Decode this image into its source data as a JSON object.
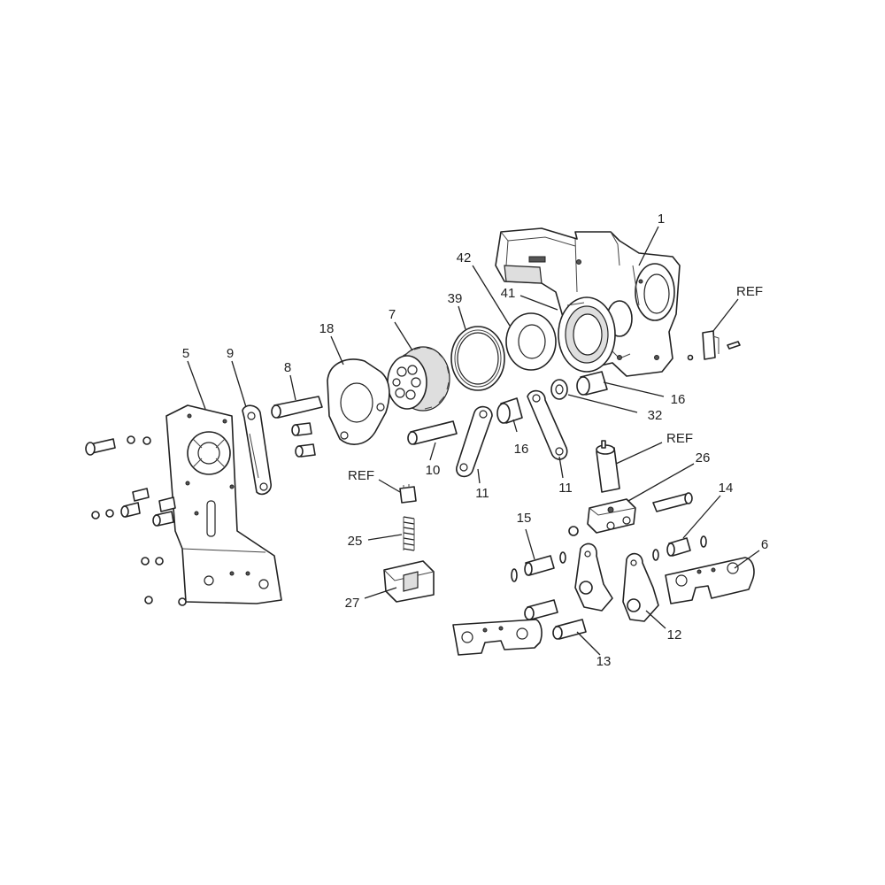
{
  "diagram": {
    "callouts": [
      {
        "id": "c1",
        "label": "1"
      },
      {
        "id": "c42",
        "label": "42"
      },
      {
        "id": "c39",
        "label": "39"
      },
      {
        "id": "c41",
        "label": "41"
      },
      {
        "id": "c7",
        "label": "7"
      },
      {
        "id": "c18",
        "label": "18"
      },
      {
        "id": "c8",
        "label": "8"
      },
      {
        "id": "c9",
        "label": "9"
      },
      {
        "id": "c5",
        "label": "5"
      },
      {
        "id": "cref1",
        "label": "REF"
      },
      {
        "id": "c16a",
        "label": "16"
      },
      {
        "id": "c32",
        "label": "32"
      },
      {
        "id": "c16b",
        "label": "16"
      },
      {
        "id": "c10",
        "label": "10"
      },
      {
        "id": "c11a",
        "label": "11"
      },
      {
        "id": "c11b",
        "label": "11"
      },
      {
        "id": "cref2",
        "label": "REF"
      },
      {
        "id": "c26",
        "label": "26"
      },
      {
        "id": "cref3",
        "label": "REF"
      },
      {
        "id": "c25",
        "label": "25"
      },
      {
        "id": "c27",
        "label": "27"
      },
      {
        "id": "c15",
        "label": "15"
      },
      {
        "id": "c14",
        "label": "14"
      },
      {
        "id": "c6",
        "label": "6"
      },
      {
        "id": "c12",
        "label": "12"
      },
      {
        "id": "c13",
        "label": "13"
      }
    ]
  }
}
